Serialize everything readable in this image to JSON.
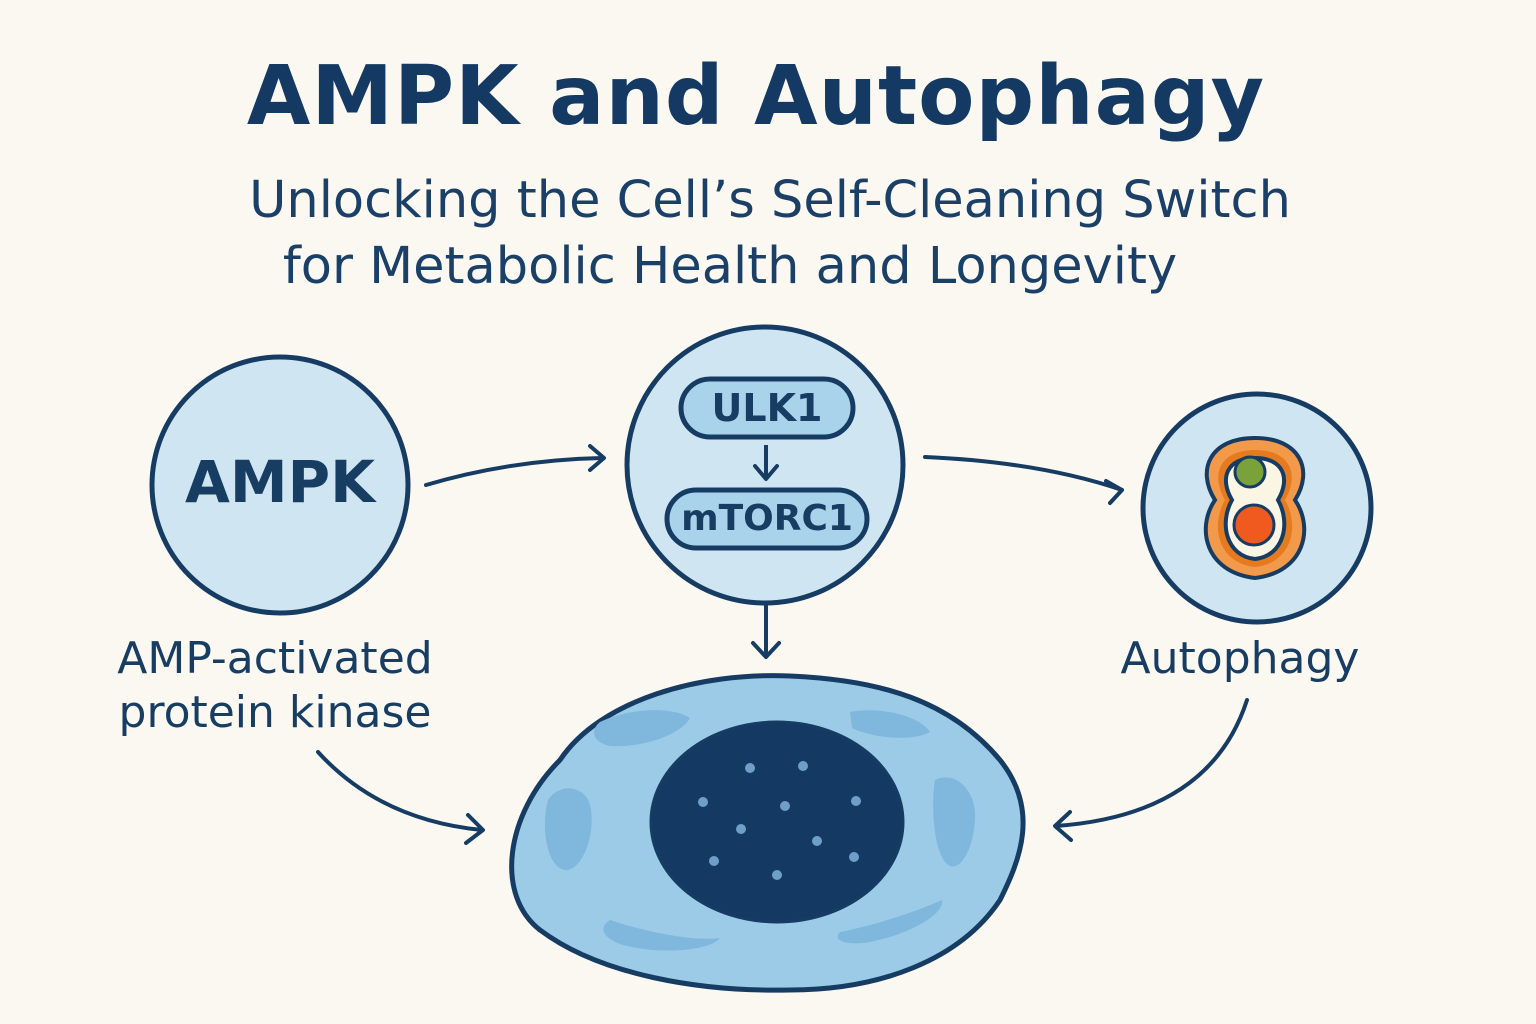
{
  "title": "AMPK and Autophagy",
  "subtitle": {
    "line1": "Unlocking the Cell’s Self-Cleaning Switch",
    "line2": "for Metabolic Health and Longevity"
  },
  "nodes": {
    "ampk": {
      "label": "AMPK",
      "caption_line1": "AMP-activated",
      "caption_line2": "protein kinase"
    },
    "ulk1": {
      "label": "ULK1"
    },
    "mtorc1": {
      "label": "mTORC1"
    },
    "autophagy": {
      "caption": "Autophagy"
    }
  },
  "colors": {
    "navy": "#173c63",
    "circle_fill": "#cfe6f2",
    "pill_fill": "#a9d3ea",
    "cell_fill": "#9ccbe7",
    "nucleus": "#143a63",
    "orange": "#e67a1e",
    "green": "#7aa23a",
    "red_orange": "#f05a1e",
    "background": "#fbf8f2"
  }
}
